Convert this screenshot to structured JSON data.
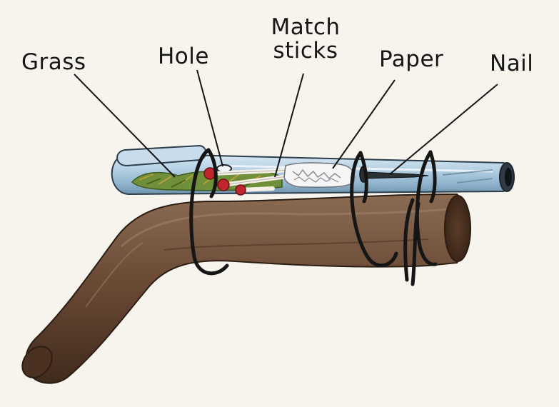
{
  "labels": {
    "grass": "Grass",
    "hole": "Hole",
    "match_line1": "Match",
    "match_line2": "sticks",
    "paper": "Paper",
    "nail": "Nail"
  },
  "colors": {
    "paper_background": "#f7f4ee",
    "stick_brown": "#6b4b36",
    "tube_blue": "#a9c9dd",
    "grass_green": "#6f8f3a",
    "match_head_red": "#c0262d",
    "wire_black": "#161616"
  }
}
